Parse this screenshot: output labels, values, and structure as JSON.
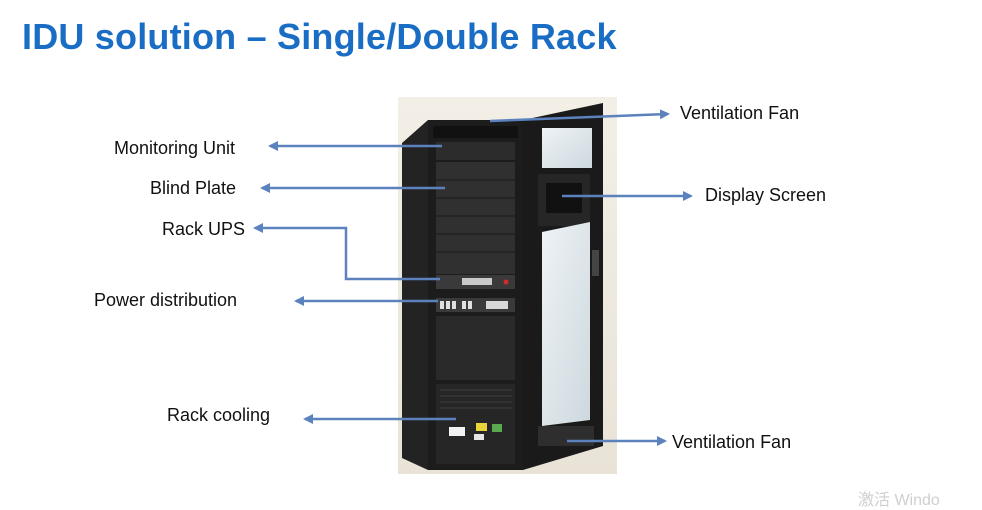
{
  "title": "IDU solution – Single/Double Rack",
  "labels": {
    "monitoring_unit": "Monitoring Unit",
    "blind_plate": "Blind Plate",
    "rack_ups": "Rack UPS",
    "power_distribution": "Power distribution",
    "rack_cooling": "Rack cooling",
    "ventilation_fan_top": "Ventilation Fan",
    "display_screen": "Display Screen",
    "ventilation_fan_bottom": "Ventilation Fan"
  },
  "watermark": "激活 Windo",
  "colors": {
    "title": "#1a6dc4",
    "arrow": "#5b82bd",
    "rack": "#1c1c1c"
  }
}
